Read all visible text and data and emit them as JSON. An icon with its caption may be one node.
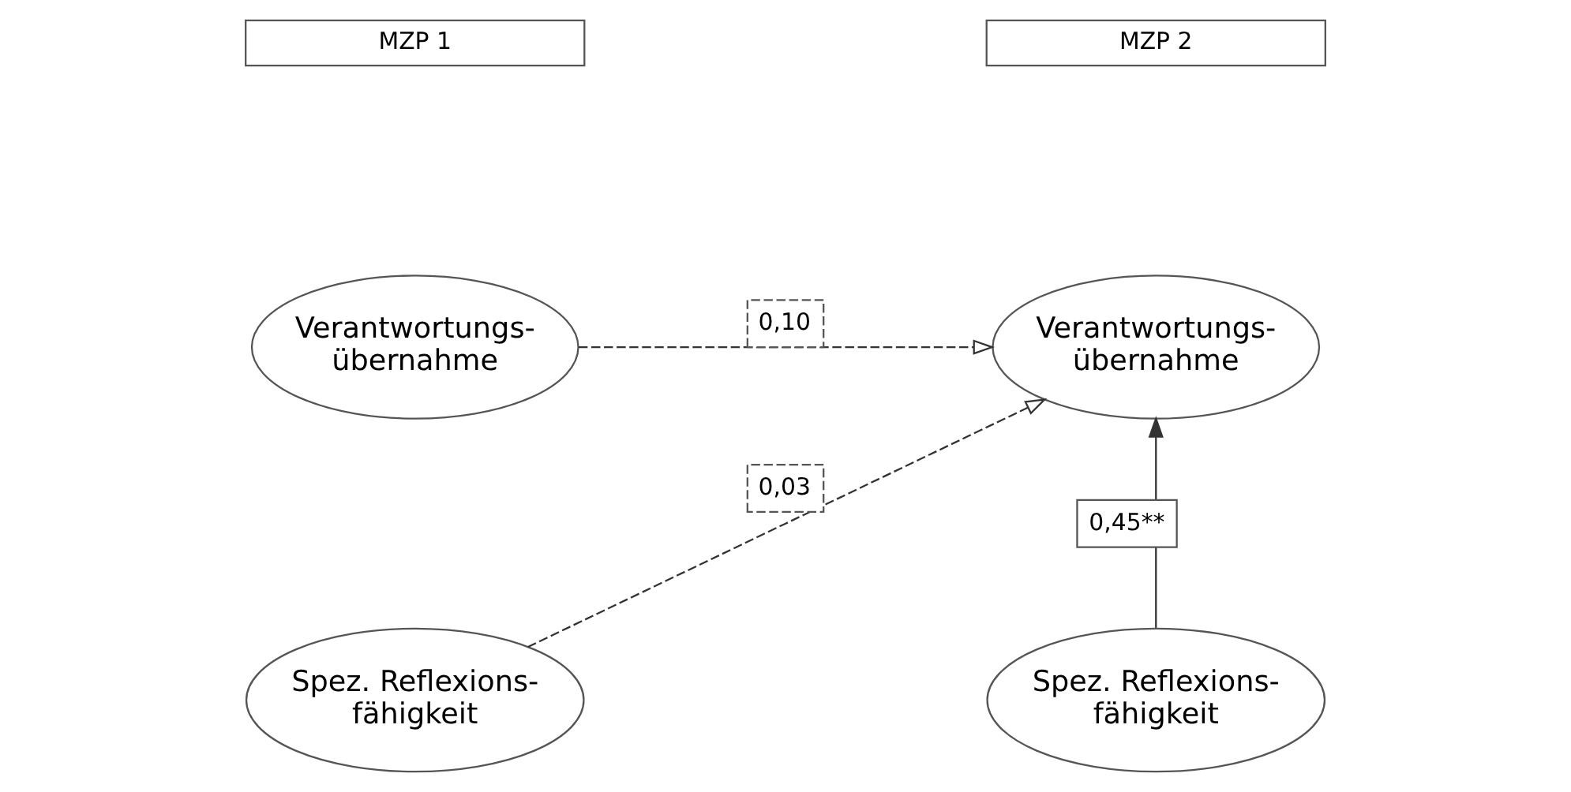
{
  "diagram": {
    "nodes": [
      {
        "text": [
          "MZP 1"
        ]
      },
      {
        "text": [
          "MZP 2"
        ]
      },
      {
        "text": [
          "Verantwortungs- übernahme"
        ]
      },
      {
        "text": [
          "Verantwortungs- übernahme"
        ]
      },
      {
        "text": [
          "Spez. Reflexions- fähigkeit"
        ]
      },
      {
        "text": [
          "Spez. Reflexions- fähigkeit"
        ]
      }
    ],
    "edges": [
      {
        "from": 2,
        "to": 3,
        "arrow": "to",
        "label": "0,10",
        "style": "dashed"
      },
      {
        "from": 4,
        "to": 3,
        "arrow": "to",
        "label": "0,03",
        "style": "dashed"
      },
      {
        "from": 5,
        "to": 3,
        "arrow": "to",
        "label": "0,45**"
      }
    ]
  }
}
